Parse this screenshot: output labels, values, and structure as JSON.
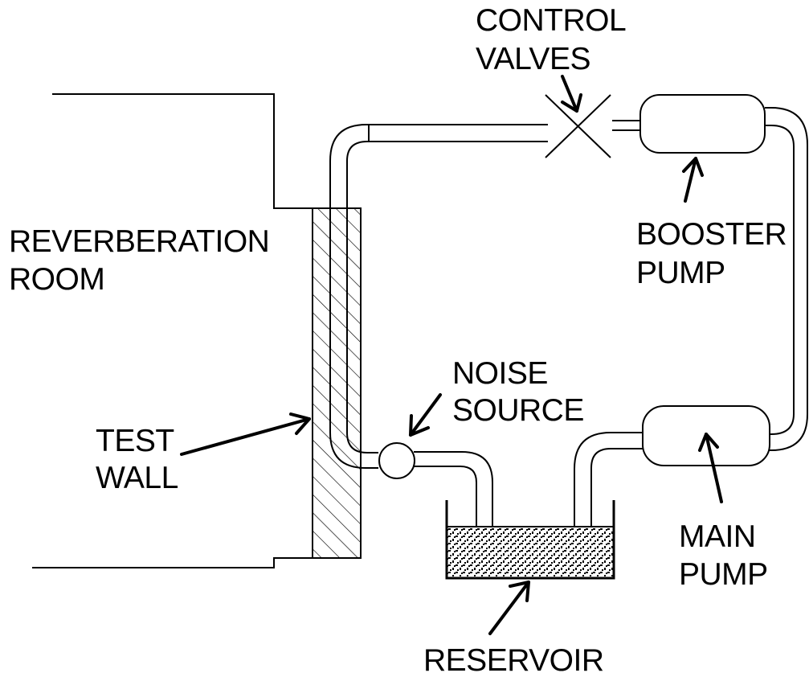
{
  "labels": {
    "control_valves": [
      "CONTROL",
      "VALVES"
    ],
    "booster_pump": [
      "BOOSTER",
      "PUMP"
    ],
    "reverberation_room": [
      "REVERBERATION",
      "ROOM"
    ],
    "noise_source": [
      "NOISE",
      "SOURCE"
    ],
    "test_wall": [
      "TEST",
      "WALL"
    ],
    "main_pump": [
      "MAIN",
      "PUMP"
    ],
    "reservoir": [
      "RESERVOIR"
    ]
  },
  "colors": {
    "line": "#000000",
    "background": "#ffffff"
  }
}
